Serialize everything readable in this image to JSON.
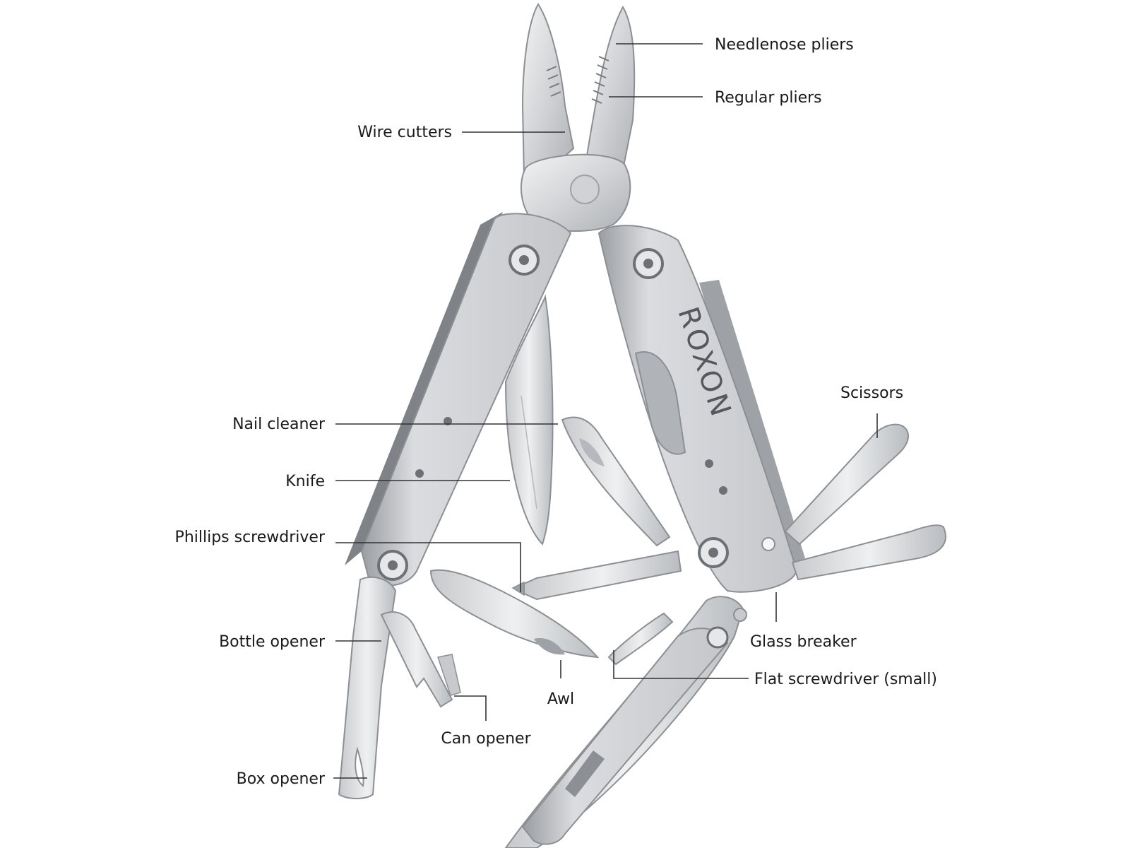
{
  "brand": "ROXON",
  "colors": {
    "metal_light": "#e4e5e7",
    "metal_mid": "#c9cbce",
    "metal_dark": "#8c8f93",
    "leader": "#333333",
    "text": "#1a1a1a"
  },
  "labels": {
    "needlenose": "Needlenose pliers",
    "regular_pliers": "Regular pliers",
    "wire_cutters": "Wire cutters",
    "scissors": "Scissors",
    "nail_cleaner": "Nail cleaner",
    "knife": "Knife",
    "phillips": "Phillips screwdriver",
    "bottle_opener": "Bottle opener",
    "glass_breaker": "Glass breaker",
    "flat_screwdriver": "Flat screwdriver (small)",
    "awl": "Awl",
    "can_opener": "Can opener",
    "box_opener": "Box opener"
  }
}
